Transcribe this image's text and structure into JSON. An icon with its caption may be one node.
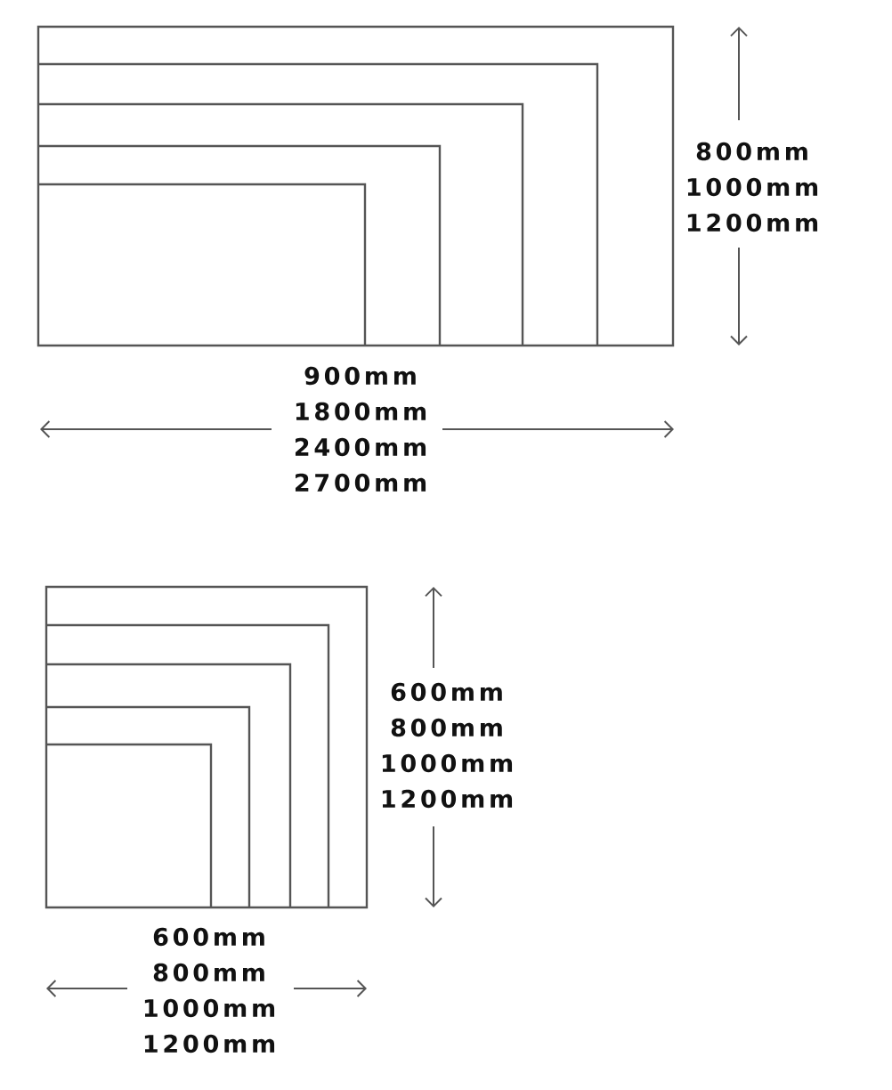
{
  "diagram": {
    "labels": [
      "800mm",
      "1000mm",
      "1200mm",
      "900mm",
      "1800mm",
      "2400mm",
      "2700mm",
      "600mm",
      "800mm",
      "1000mm",
      "1200mm",
      "600mm",
      "800mm",
      "1000mm",
      "1200mm"
    ]
  }
}
